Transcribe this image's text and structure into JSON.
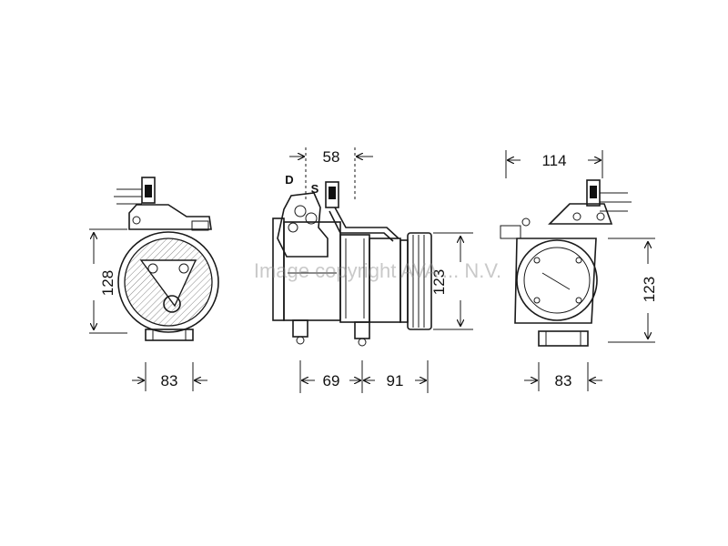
{
  "watermark": "Image copyright AVA ... N.V.",
  "views": {
    "left": {
      "width_label": "83",
      "height_label": "128"
    },
    "middle": {
      "top_label": "58",
      "left_label": "69",
      "right_label": "91",
      "height_label": "123",
      "port_d": "D",
      "port_s": "S"
    },
    "right": {
      "top_label": "114",
      "height_label": "123",
      "width_label": "83"
    }
  }
}
